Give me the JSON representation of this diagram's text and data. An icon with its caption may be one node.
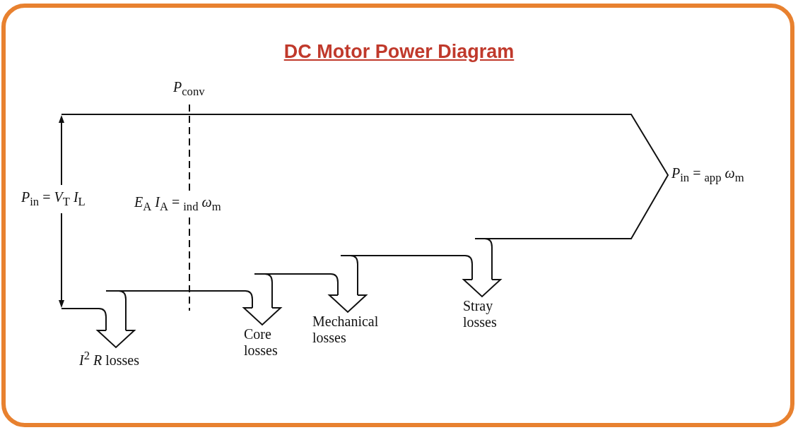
{
  "diagram": {
    "title": "DC Motor Power Diagram",
    "nodes": [
      {
        "text": [
          "*I*$^{2}$ *R* losses"
        ]
      },
      {
        "text": [
          "Core losses"
        ]
      },
      {
        "text": [
          "Mechanical losses"
        ]
      },
      {
        "text": [
          "Stray losses"
        ]
      }
    ],
    "edges": [
      {
        "from": null,
        "to": 0,
        "arrow": "to"
      },
      {
        "from": null,
        "to": 1,
        "arrow": "to"
      },
      {
        "from": null,
        "to": 2,
        "arrow": "to"
      },
      {
        "from": null,
        "to": 3,
        "arrow": "to"
      }
    ],
    "labels": [
      "*P*$_{conv}$",
      "*P*$_{in}$ = *V*$_{T}$ *I*$_{L}$",
      "*E*$_{A}$ *I*$_{A}$ = $_{ind}$ *ω*$_{m}$",
      "*P*$_{in}$ = $_{app}$ *ω*$_{m}$"
    ]
  }
}
